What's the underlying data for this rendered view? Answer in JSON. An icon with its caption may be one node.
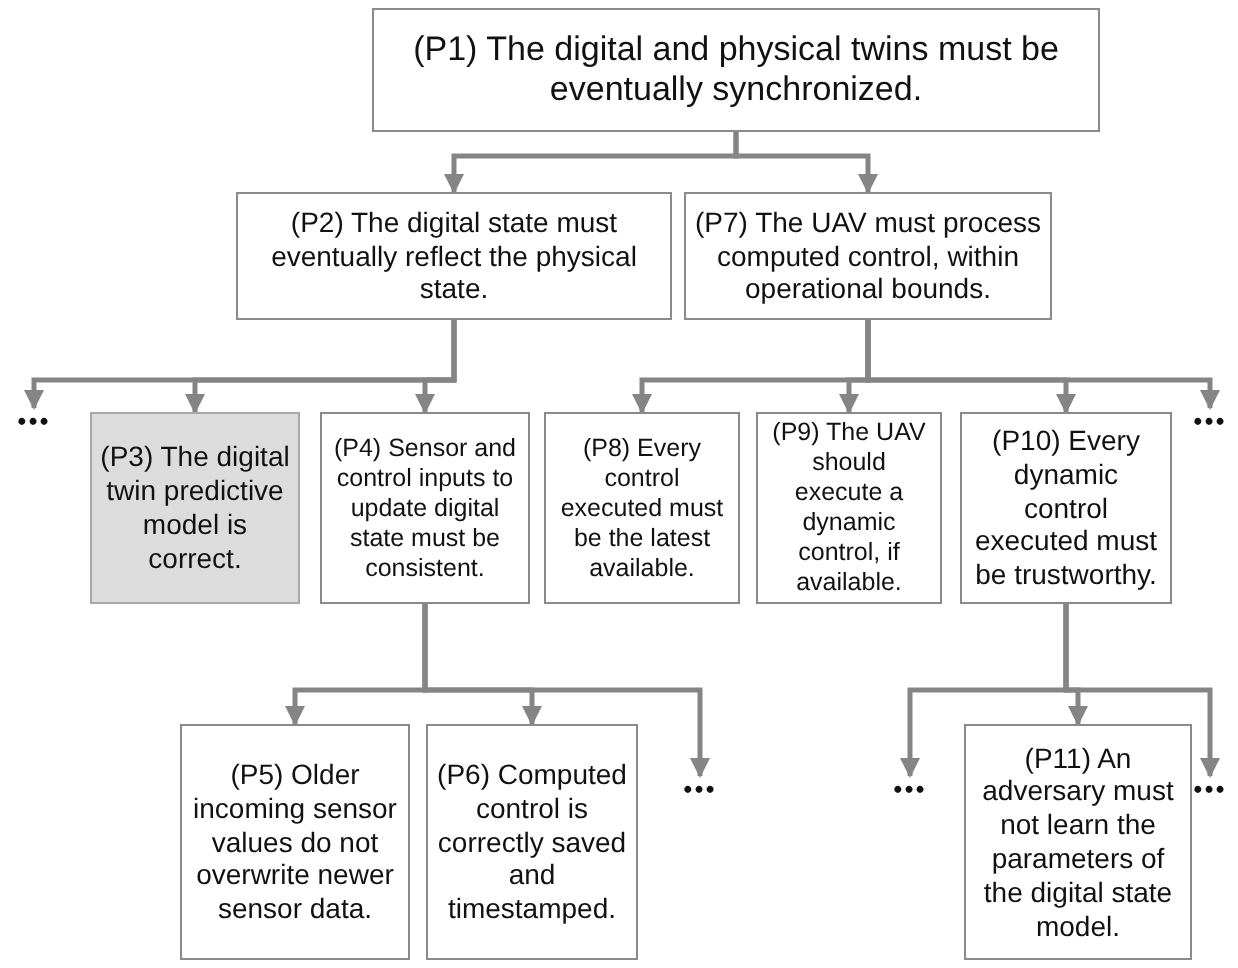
{
  "diagram": {
    "nodes": [
      {
        "text": [
          "(P1) The digital and physical twins must be eventually synchronized."
        ]
      },
      {
        "text": [
          "(P2) The digital state must eventually reflect the physical state."
        ]
      },
      {
        "text": [
          "(P7) The UAV must process computed control, within operational bounds."
        ]
      },
      {
        "text": [
          "•••"
        ]
      },
      {
        "text": [
          "(P3) The digital twin predictive model is correct."
        ]
      },
      {
        "text": [
          "(P4) Sensor and control inputs to update digital state must be consistent."
        ]
      },
      {
        "text": [
          "(P8) Every control executed must be the latest available."
        ]
      },
      {
        "text": [
          "(P9) The UAV should execute a dynamic control, if available."
        ]
      },
      {
        "text": [
          "(P10) Every dynamic control executed must be trustworthy."
        ]
      },
      {
        "text": [
          "•••"
        ]
      },
      {
        "text": [
          "(P5) Older incoming sensor values do not overwrite newer sensor data."
        ]
      },
      {
        "text": [
          "(P6) Computed control is correctly saved and timestamped."
        ]
      },
      {
        "text": [
          "•••"
        ]
      },
      {
        "text": [
          "•••"
        ]
      },
      {
        "text": [
          "(P11) An adversary must not learn the parameters of the digital state model."
        ]
      },
      {
        "text": [
          "•••"
        ]
      }
    ],
    "edges": [
      {
        "from": 0,
        "to": 1,
        "arrow": "to"
      },
      {
        "from": 0,
        "to": 2,
        "arrow": "to"
      },
      {
        "from": 1,
        "to": 3,
        "arrow": "to"
      },
      {
        "from": 1,
        "to": 4,
        "arrow": "to"
      },
      {
        "from": 1,
        "to": 5,
        "arrow": "to"
      },
      {
        "from": 2,
        "to": 6,
        "arrow": "to"
      },
      {
        "from": 2,
        "to": 7,
        "arrow": "to"
      },
      {
        "from": 2,
        "to": 8,
        "arrow": "to"
      },
      {
        "from": 2,
        "to": 9,
        "arrow": "to"
      },
      {
        "from": 5,
        "to": 10,
        "arrow": "to"
      },
      {
        "from": 5,
        "to": 11,
        "arrow": "to"
      },
      {
        "from": 5,
        "to": 12,
        "arrow": "to"
      },
      {
        "from": 8,
        "to": 13,
        "arrow": "to"
      },
      {
        "from": 8,
        "to": 14,
        "arrow": "to"
      },
      {
        "from": 8,
        "to": 15,
        "arrow": "to"
      }
    ]
  }
}
